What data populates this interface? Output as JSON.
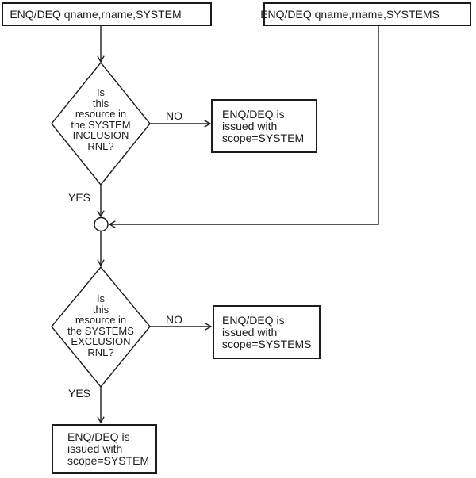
{
  "diagram": {
    "background": "#ffffff",
    "line_color": "#1c1c1c",
    "nodes": {
      "entry_system": {
        "label": "ENQ/DEQ qname,rname,SYSTEM"
      },
      "entry_systems": {
        "label": "ENQ/DEQ qname,rname,SYSTEMS"
      },
      "decision_inclusion": {
        "label": "Is\nthis\nresource in\nthe SYSTEM\nINCLUSION\nRNL?"
      },
      "result_no_inclusion": {
        "label": "ENQ/DEQ is\nissued with\nscope=SYSTEM"
      },
      "decision_exclusion": {
        "label": "Is\nthis\nresource in\nthe SYSTEMS\nEXCLUSION\nRNL?"
      },
      "result_no_exclusion": {
        "label": "ENQ/DEQ is\nissued with\nscope=SYSTEMS"
      },
      "result_yes_exclusion": {
        "label": "ENQ/DEQ is\nissued with\nscope=SYSTEM"
      }
    },
    "edge_labels": {
      "inclusion_no": "NO",
      "inclusion_yes": "YES",
      "exclusion_no": "NO",
      "exclusion_yes": "YES"
    }
  }
}
